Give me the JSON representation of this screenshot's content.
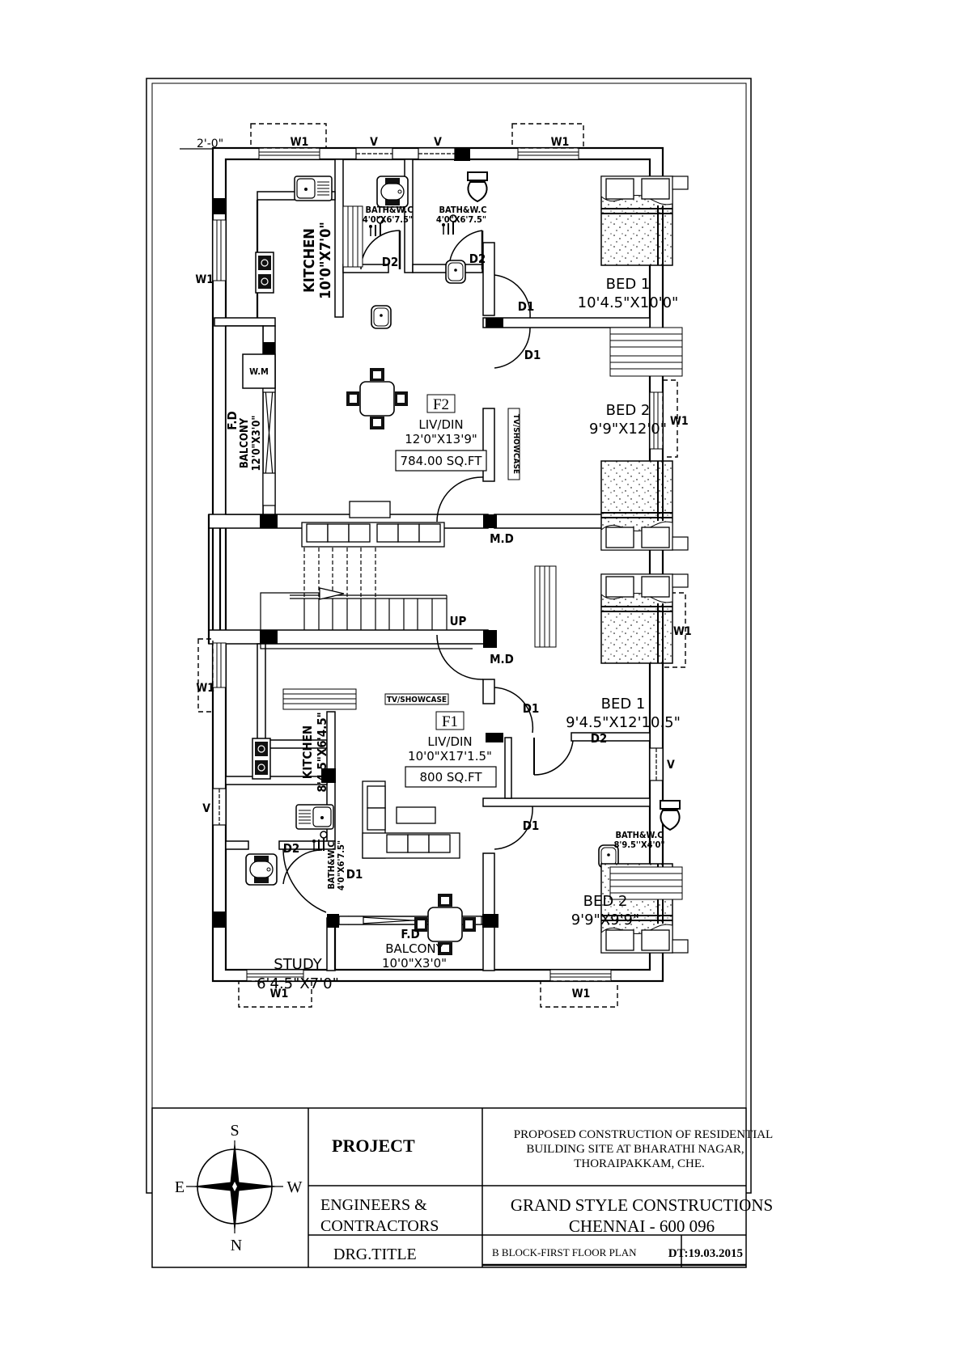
{
  "drawing": {
    "dimension_mark": "2'-0\"",
    "windows": {
      "w1": "W1",
      "ventilator": "V"
    },
    "doors": {
      "d1": "D1",
      "d2": "D2",
      "main_door": "M.D",
      "french_door": "F.D"
    },
    "stair_label": "UP",
    "second_floor": {
      "flat_tag": "F2",
      "kitchen": {
        "name": "KITCHEN",
        "size": "10'0\"X7'0\""
      },
      "bath_1": {
        "name": "BATH&W.C",
        "size": "4'0\"X6'7.5\""
      },
      "bath_2": {
        "name": "BATH&W.C",
        "size": "4'0\"X6'7.5\""
      },
      "bed_1": {
        "name": "BED  1",
        "size": "10'4.5\"X10'0\""
      },
      "bed_2": {
        "name": "BED  2",
        "size": "9'9\"X12'0\""
      },
      "balcony": {
        "name": "BALCONY",
        "size": "12'0\"X3'0\""
      },
      "washing_machine": "W.M",
      "living": {
        "name": "LIV/DIN",
        "size": "12'0\"X13'9\"",
        "area": "784.00  SQ.FT"
      },
      "tv_showcase": "TV/SHOWCASE"
    },
    "first_floor": {
      "flat_tag": "F1",
      "kitchen": {
        "name": "KITCHEN",
        "size": "8'4.5\"X6'4.5\""
      },
      "bath_1": {
        "name": "BATH&W.C",
        "size": "4'0\"X6'7.5\""
      },
      "bath_2": {
        "name": "BATH&W.C",
        "size": "8'9.5''X4'0\""
      },
      "bed_1": {
        "name": "BED  1",
        "size": "9'4.5\"X12'10.5\""
      },
      "bed_2": {
        "name": "BED  2",
        "size": "9'9\"X9'9\""
      },
      "study": {
        "name": "STUDY",
        "size": "6'4.5\"X7'0\""
      },
      "balcony": {
        "name": "BALCONY",
        "size": "10'0\"X3'0\""
      },
      "living": {
        "name": "LIV/DIN",
        "size": "10'0\"X17'1.5\"",
        "area": "800  SQ.FT"
      },
      "tv_showcase": "TV/SHOWCASE"
    }
  },
  "compass": {
    "north": "N",
    "south": "S",
    "east": "E",
    "west": "W"
  },
  "title_block": {
    "project_label": "PROJECT",
    "project_desc": [
      "PROPOSED CONSTRUCTION OF RESIDENTIAL",
      "BUILDING SITE AT BHARATHI NAGAR,",
      "THORAIPAKKAM, CHE."
    ],
    "engineers_label": [
      "ENGINEERS &",
      "CONTRACTORS"
    ],
    "company": [
      "GRAND STYLE CONSTRUCTIONS",
      "CHENNAI - 600 096"
    ],
    "drawing_title_label": "DRG.TITLE",
    "drawing_title": "B   BLOCK-FIRST FLOOR PLAN",
    "date": "DT:19.03.2015"
  }
}
